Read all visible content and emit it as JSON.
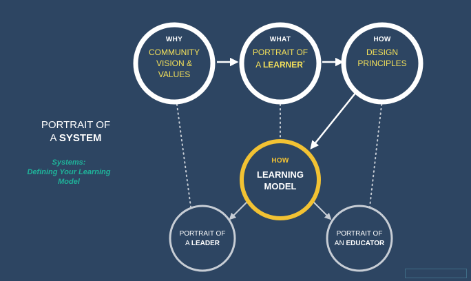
{
  "side": {
    "title_line1": "PORTRAIT OF",
    "title_prefix": "A",
    "title_bold": "SYSTEM",
    "subtitle_line1": "Systems:",
    "subtitle_line2": "Defining Your Learning",
    "subtitle_line3": "Model"
  },
  "circles": {
    "why": {
      "label": "WHY",
      "line1": "COMMUNITY",
      "line2": "VISION &",
      "line3": "VALUES"
    },
    "what": {
      "label": "WHAT",
      "line1": "PORTRAIT OF",
      "line2_prefix": "A",
      "line2_bold": "LEARNER",
      "line2_suffix": "*"
    },
    "how_design": {
      "label": "HOW",
      "line1": "DESIGN",
      "line2": "PRINCIPLES"
    },
    "how_learning": {
      "label": "HOW",
      "line1": "LEARNING",
      "line2": "MODEL"
    },
    "leader": {
      "line1": "PORTRAIT OF",
      "line2_prefix": "A",
      "line2_bold": "LEADER"
    },
    "educator": {
      "line1": "PORTRAIT OF",
      "line2_prefix": "AN",
      "line2_bold": "EDUCATOR"
    }
  },
  "colors": {
    "background": "#2d4562",
    "ring_white": "#ffffff",
    "ring_gold": "#f2c233",
    "ring_gray": "#c7cdd5",
    "text_yellow": "#f3e05a",
    "accent_teal": "#1fb39a"
  },
  "footer": {
    "text": ""
  }
}
